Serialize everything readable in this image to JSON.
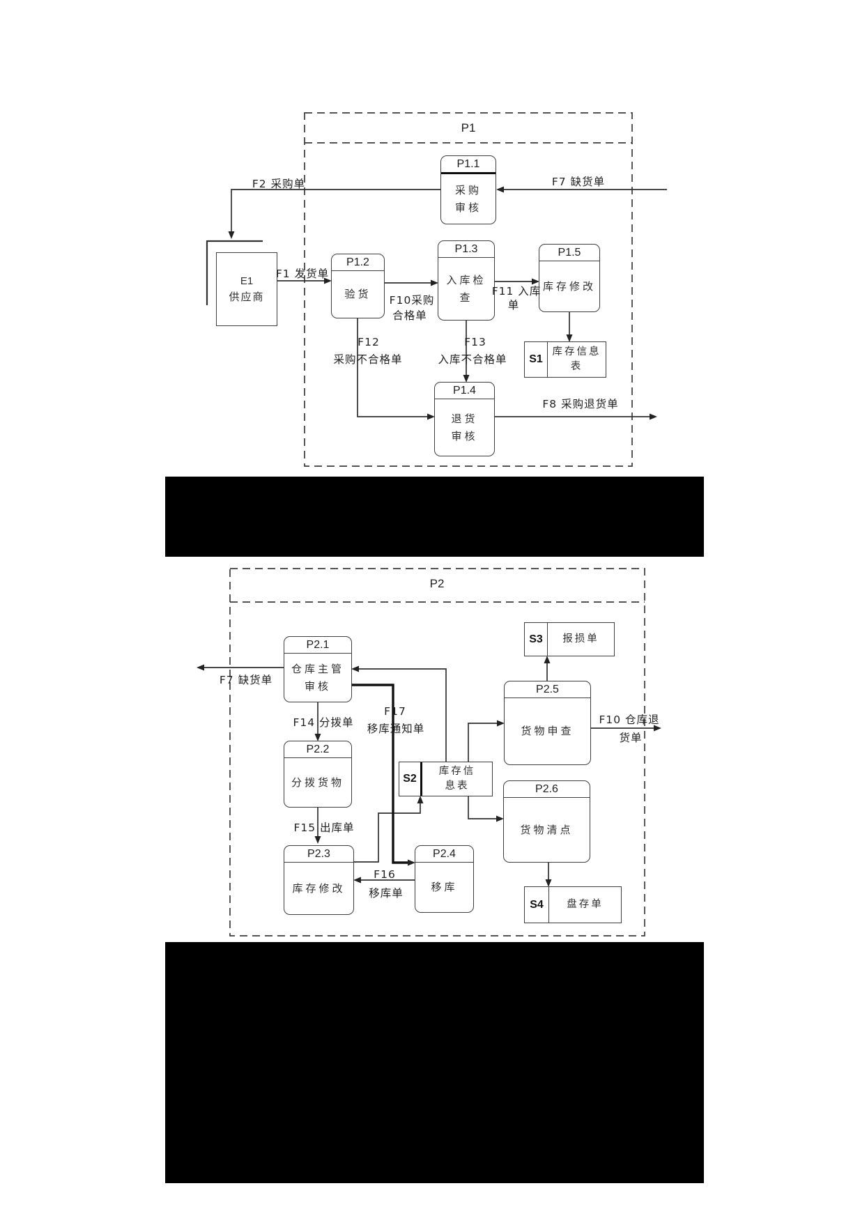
{
  "colors": {
    "line": "#333333",
    "thick_line": "#111111",
    "redaction": "#000000",
    "background": "#ffffff"
  },
  "p1": {
    "box_title": "P1",
    "entity": {
      "id": "E1",
      "name": "供应商"
    },
    "processes": {
      "p11": {
        "id": "P1.1",
        "line1": "采购",
        "line2": "审核"
      },
      "p12": {
        "id": "P1.2",
        "line1": "验货"
      },
      "p13": {
        "id": "P1.3",
        "line1": "入库检",
        "line2": "查"
      },
      "p14": {
        "id": "P1.4",
        "line1": "退货",
        "line2": "审核"
      },
      "p15": {
        "id": "P1.5",
        "line1": "库存修改"
      }
    },
    "stores": {
      "s1": {
        "id": "S1",
        "line1": "库存信息",
        "line2": "表"
      }
    },
    "flows": {
      "f2": "F2 采购单",
      "f7": "F7 缺货单",
      "f1": "F1 发货单",
      "f10_l1": "F10采购",
      "f10_l2": "合格单",
      "f11_l1": "F11 入库",
      "f11_l2": "单",
      "f12_l1": "F12",
      "f12_l2": "采购不合格单",
      "f13_l1": "F13",
      "f13_l2": "入库不合格单",
      "f8": "F8 采购退货单"
    }
  },
  "p2": {
    "box_title": "P2",
    "processes": {
      "p21": {
        "id": "P2.1",
        "line1": "仓库主管",
        "line2": "审核"
      },
      "p22": {
        "id": "P2.2",
        "line1": "分拨货物"
      },
      "p23": {
        "id": "P2.3",
        "line1": "库存修改"
      },
      "p24": {
        "id": "P2.4",
        "line1": "移库"
      },
      "p25": {
        "id": "P2.5",
        "line1": "货物申查"
      },
      "p26": {
        "id": "P2.6",
        "line1": "货物清点"
      }
    },
    "stores": {
      "s2": {
        "id": "S2",
        "line1": "库存信",
        "line2": "息表"
      },
      "s3": {
        "id": "S3",
        "line1": "报损单"
      },
      "s4": {
        "id": "S4",
        "line1": "盘存单"
      }
    },
    "flows": {
      "f7": "F7 缺货单",
      "f14": "F14 分拨单",
      "f17_l1": "F17",
      "f17_l2": "移库通知单",
      "f15": "F15 出库单",
      "f16_l1": "F16",
      "f16_l2": "移库单",
      "f10_l1": "F10 仓库退",
      "f10_l2": "货单"
    }
  }
}
